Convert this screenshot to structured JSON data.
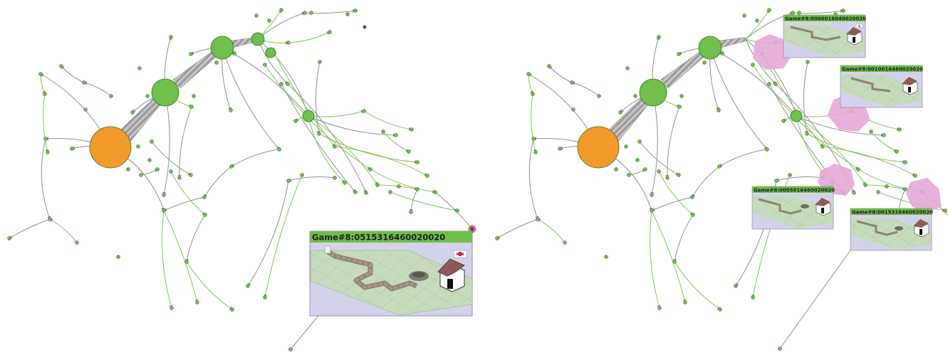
{
  "colors": {
    "start_node": "#f39a2b",
    "node": "#6fbf4a",
    "node_stroke": "#2f6e1f",
    "edge_green": "#7cc45a",
    "edge_gray": "#8f8f8f",
    "cluster": "#e6a8d6",
    "panel_header": "#6fbd4a",
    "panel_body": "#d4d2ea",
    "tile": "#b7cfae",
    "path_tile": "#9c8a7b",
    "selection": "#e55353",
    "lone_dot": "#3b44a6"
  },
  "icons": [
    "house-icon",
    "first-aid-flag-icon",
    "crater-icon",
    "game-level-thumbnail"
  ],
  "left_view": {
    "large_preview": {
      "title": "Game#8:0515316460020020"
    }
  },
  "right_view": {
    "previews": [
      {
        "title": "Game#8:0000016040020020"
      },
      {
        "title": "Game#8:0010016460020020"
      },
      {
        "title": "Game#8:0005016460020020"
      },
      {
        "title": "Game#8:0015316460020020"
      }
    ]
  }
}
